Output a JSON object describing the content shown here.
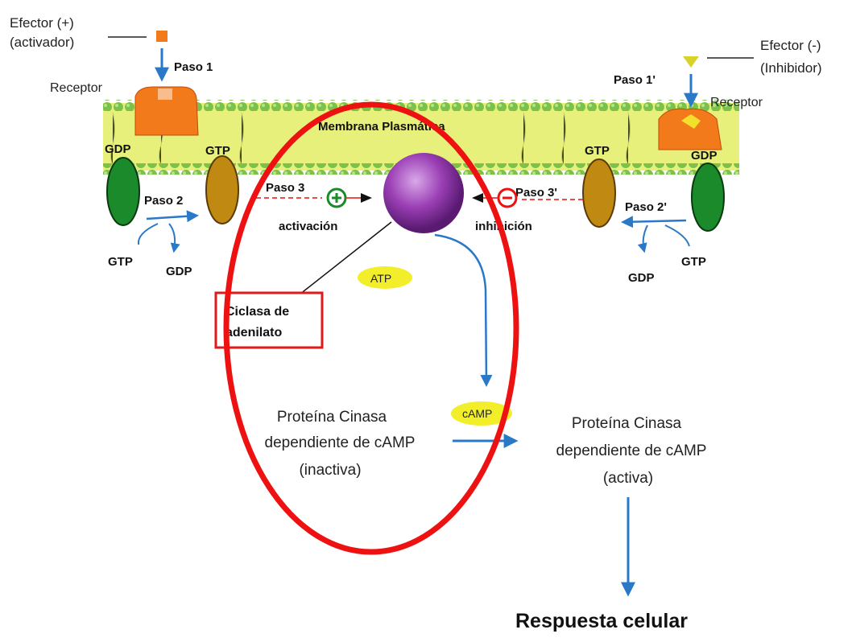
{
  "effector_plus": {
    "line1": "Efector (+)",
    "line2": "(activador)"
  },
  "effector_minus": {
    "line1": "Efector (-)",
    "line2": "(Inhibidor)"
  },
  "steps": {
    "paso1": "Paso 1",
    "paso1p": "Paso 1'",
    "paso2": "Paso 2",
    "paso2p": "Paso 2'",
    "paso3": "Paso 3",
    "paso3p": "Paso 3'"
  },
  "receptor_left": "Receptor",
  "receptor_right": "Receptor",
  "membrane": "Membrana Plasmática",
  "nucleotides": {
    "gdp_left_top": "GDP",
    "gtp_left_top": "GTP",
    "gtp_left_bottom": "GTP",
    "gdp_left_bottom": "GDP",
    "gtp_right_top": "GTP",
    "gdp_right_top": "GDP",
    "gdp_right_bottom": "GDP",
    "gtp_right_bottom": "GTP"
  },
  "activation": "activación",
  "inhibition": "inhibición",
  "atp": "ATP",
  "camp": "cAMP",
  "cyclase": {
    "line1": "Ciclasa de",
    "line2": "adenilato"
  },
  "pk_inactive": {
    "line1": "Proteína Cinasa",
    "line2": "dependiente de cAMP",
    "line3": "(inactiva)"
  },
  "pk_active": {
    "line1": "Proteína Cinasa",
    "line2": "dependiente de cAMP",
    "line3": "(activa)"
  },
  "response": "Respuesta celular",
  "colors": {
    "membrane_fill": "#e6f07a",
    "membrane_head": "#7cc24a",
    "g_green": "#1a8a2a",
    "g_gold": "#c08a12",
    "enzyme_purple": "#9b3fb5",
    "arrow_blue": "#2a78c8",
    "highlight_red": "#ee1111",
    "atp_yellow": "#f2ee2a",
    "receptor_orange": "#f27a1a"
  }
}
